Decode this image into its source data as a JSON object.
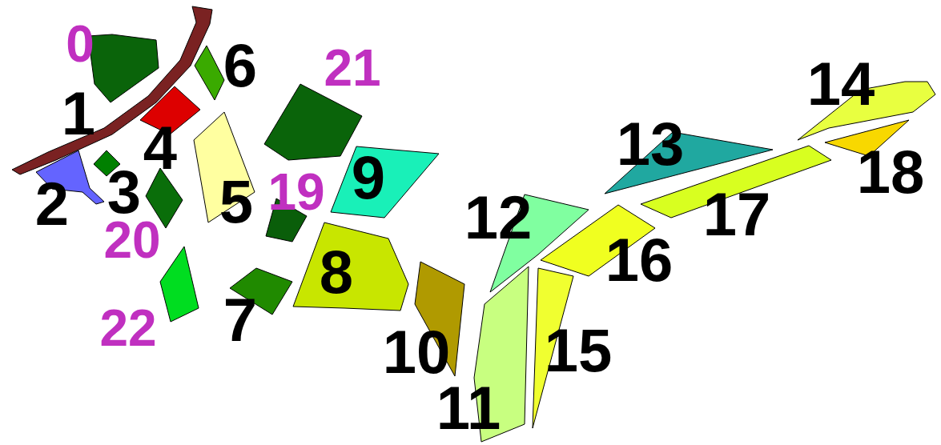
{
  "diagram": {
    "labels": [
      "0",
      "6",
      "21",
      "14",
      "1",
      "4",
      "13",
      "18",
      "2",
      "3",
      "5",
      "19",
      "9",
      "12",
      "17",
      "20",
      "16",
      "8",
      "22",
      "7",
      "10",
      "15",
      "11"
    ]
  }
}
